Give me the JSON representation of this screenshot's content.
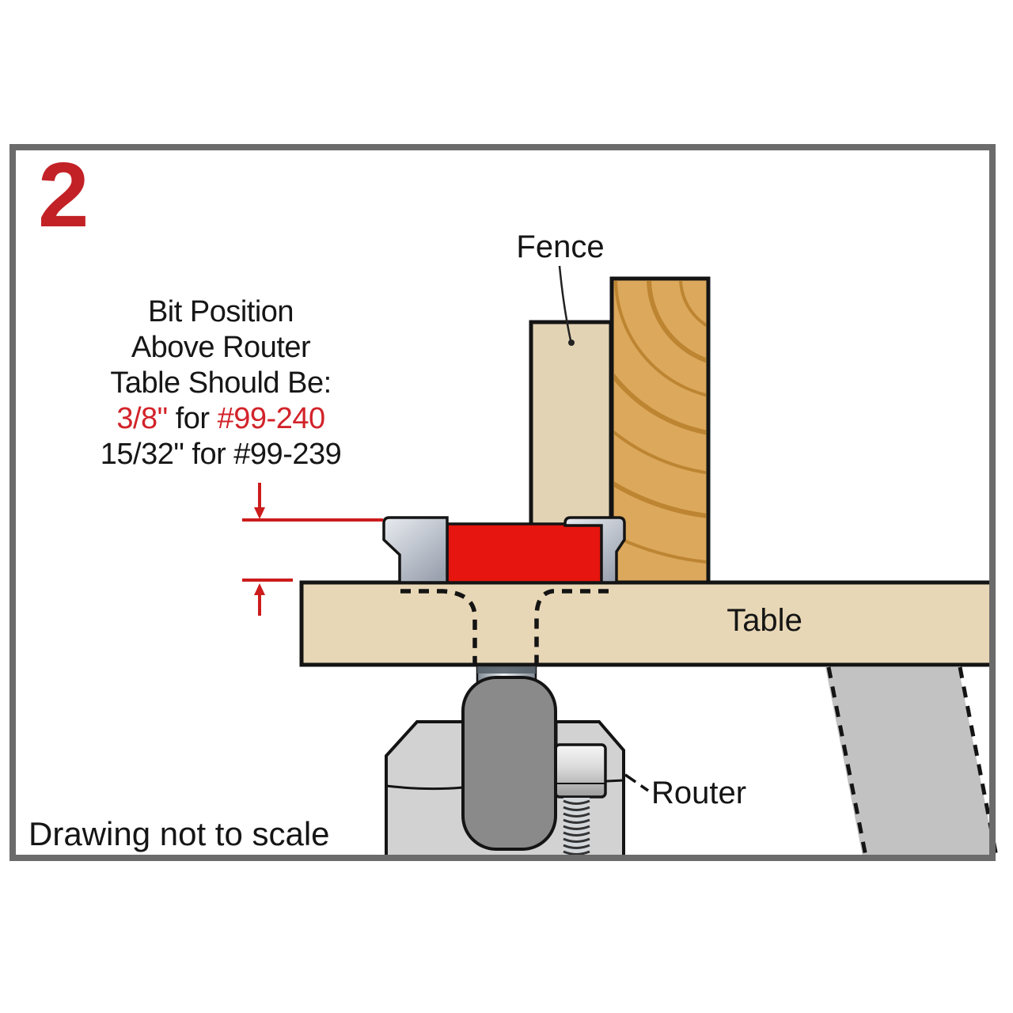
{
  "figure": {
    "step_number": "2",
    "instruction": {
      "line1": "Bit Position",
      "line2": "Above Router",
      "line3": "Table Should Be:",
      "size1": "3/8\"",
      "conj": " for ",
      "part1": "#99-240",
      "line5": "15/32\" for #99-239"
    },
    "labels": {
      "fence": "Fence",
      "table": "Table",
      "router": "Router"
    },
    "note": "Drawing not to scale",
    "colors": {
      "accent_red": "#cc1c1c",
      "step_red": "#c22126",
      "bit_red": "#e6150f",
      "part_red": "#d2232a",
      "frame_gray": "#6b6b6b",
      "table_tan": "#e8d7b6",
      "fence_tan": "#e2d3b4",
      "wood_tan": "#dca85c",
      "wood_grain": "#b67d28",
      "leg_gray": "#c2c2c2",
      "router_gray": "#d2d2d2",
      "collet_gray": "#8a8a8a"
    }
  }
}
